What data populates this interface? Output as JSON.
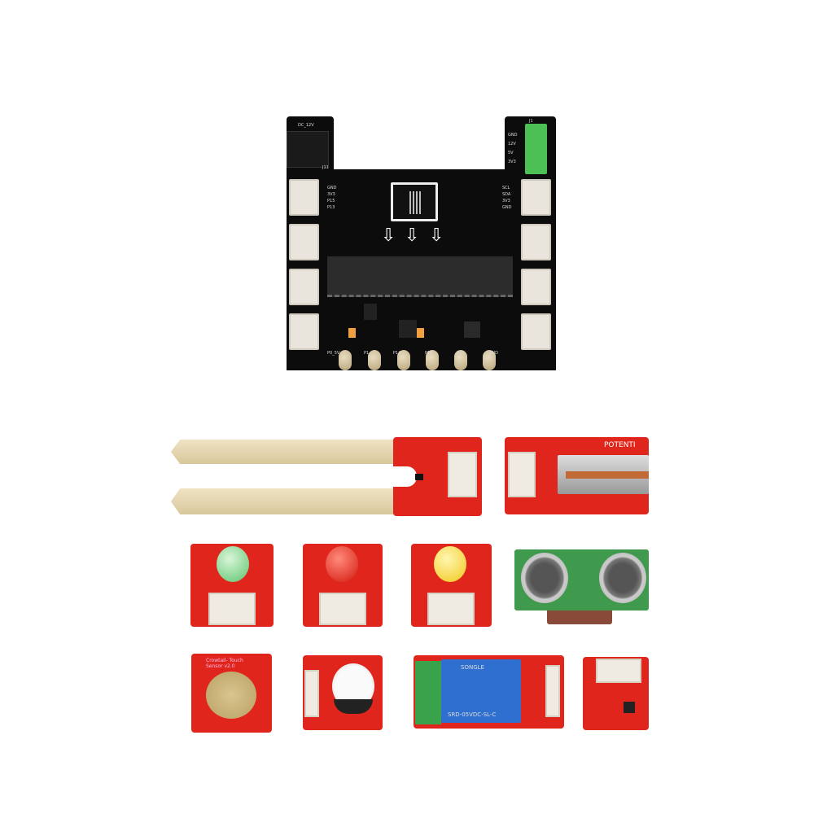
{
  "expansion_board": {
    "power_jack_label": "DC_12V",
    "jack_ref": "J11",
    "terminal_ref": "J1",
    "terminal_pins": [
      "GND",
      "12V",
      "5V",
      "3V3"
    ],
    "left_port_pins": [
      "GND",
      "3V3",
      "P15",
      "P13"
    ],
    "right_port_pins": [
      "SCL",
      "SDA",
      "3V3",
      "GND"
    ],
    "bottom_pads": [
      "P0_5V",
      "P1",
      "P14",
      "P16",
      "3V3",
      "GND"
    ]
  },
  "modules": {
    "potentiometer_label": "POTENTI",
    "touch_sensor_label": "Crowtail- Touch Sensor v2.0",
    "relay_brand": "SONGLE",
    "relay_model": "SRD-05VDC-SL-C"
  },
  "colors": {
    "board": "#0c0c0c",
    "module_red": "#e0261c",
    "ultrasonic_green": "#3f9a4e",
    "relay_blue": "#2f6fd0"
  }
}
